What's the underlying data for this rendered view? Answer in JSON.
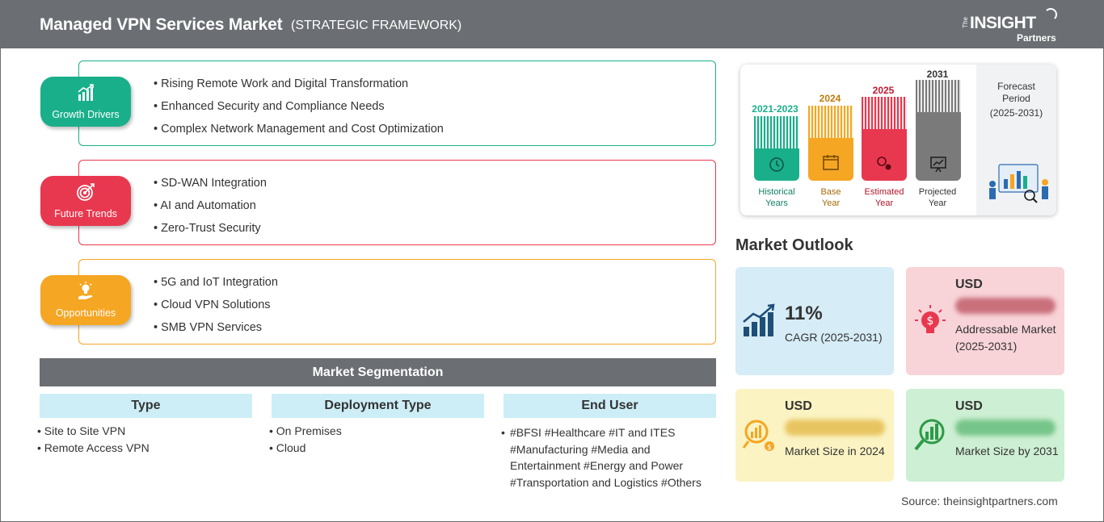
{
  "header": {
    "title": "Managed VPN Services Market",
    "subtitle": "(STRATEGIC FRAMEWORK)",
    "logo_the": "The",
    "logo_main": "INSIGHT",
    "logo_sub": "Partners"
  },
  "framework": {
    "growth": {
      "label": "Growth Drivers",
      "color": "#1aaf8b",
      "items": [
        "Rising Remote Work and Digital Transformation",
        "Enhanced Security and Compliance Needs",
        "Complex Network Management and Cost Optimization"
      ]
    },
    "trends": {
      "label": "Future Trends",
      "color": "#e8384f",
      "items": [
        "SD-WAN Integration",
        "AI and Automation",
        "Zero-Trust Security"
      ]
    },
    "opportunities": {
      "label": "Opportunities",
      "color": "#f5a623",
      "items": [
        "5G and IoT Integration",
        "Cloud VPN Solutions",
        "SMB VPN Services"
      ]
    }
  },
  "segmentation": {
    "title": "Market Segmentation",
    "type": {
      "heading": "Type",
      "items": [
        "Site to Site VPN",
        "Remote Access VPN"
      ]
    },
    "deployment": {
      "heading": "Deployment Type",
      "items": [
        "On Premises",
        "Cloud"
      ]
    },
    "end_user": {
      "heading": "End User",
      "text": "#BFSI #Healthcare #IT and ITES #Manufacturing #Media and Entertainment #Energy and Power #Transportation and Logistics #Others"
    }
  },
  "timeline": {
    "historical": {
      "year": "2021-2023",
      "caption_1": "Historical",
      "caption_2": "Years",
      "color": "#1aaf8b"
    },
    "base": {
      "year": "2024",
      "caption_1": "Base",
      "caption_2": "Year",
      "color": "#f5a623"
    },
    "estimated": {
      "year": "2025",
      "caption_1": "Estimated",
      "caption_2": "Year",
      "color": "#e8384f"
    },
    "projected": {
      "year": "2031",
      "caption_1": "Projected",
      "caption_2": "Year",
      "color": "#7a7a7a"
    },
    "forecast_title_1": "Forecast",
    "forecast_title_2": "Period",
    "forecast_period": "(2025-2031)"
  },
  "outlook": {
    "title": "Market Outlook",
    "cagr": {
      "value": "11%",
      "label": "CAGR (2025-2031)",
      "bg": "#d6ecf7"
    },
    "addressable": {
      "currency": "USD",
      "label": "Addressable Market (2025-2031)",
      "bg": "#f8d3d8"
    },
    "size_2024": {
      "currency": "USD",
      "label": "Market Size in 2024",
      "bg": "#fbf3c2"
    },
    "size_2031": {
      "currency": "USD",
      "label": "Market Size by 2031",
      "bg": "#cdefd3"
    }
  },
  "source": "Source: theinsightpartners.com"
}
